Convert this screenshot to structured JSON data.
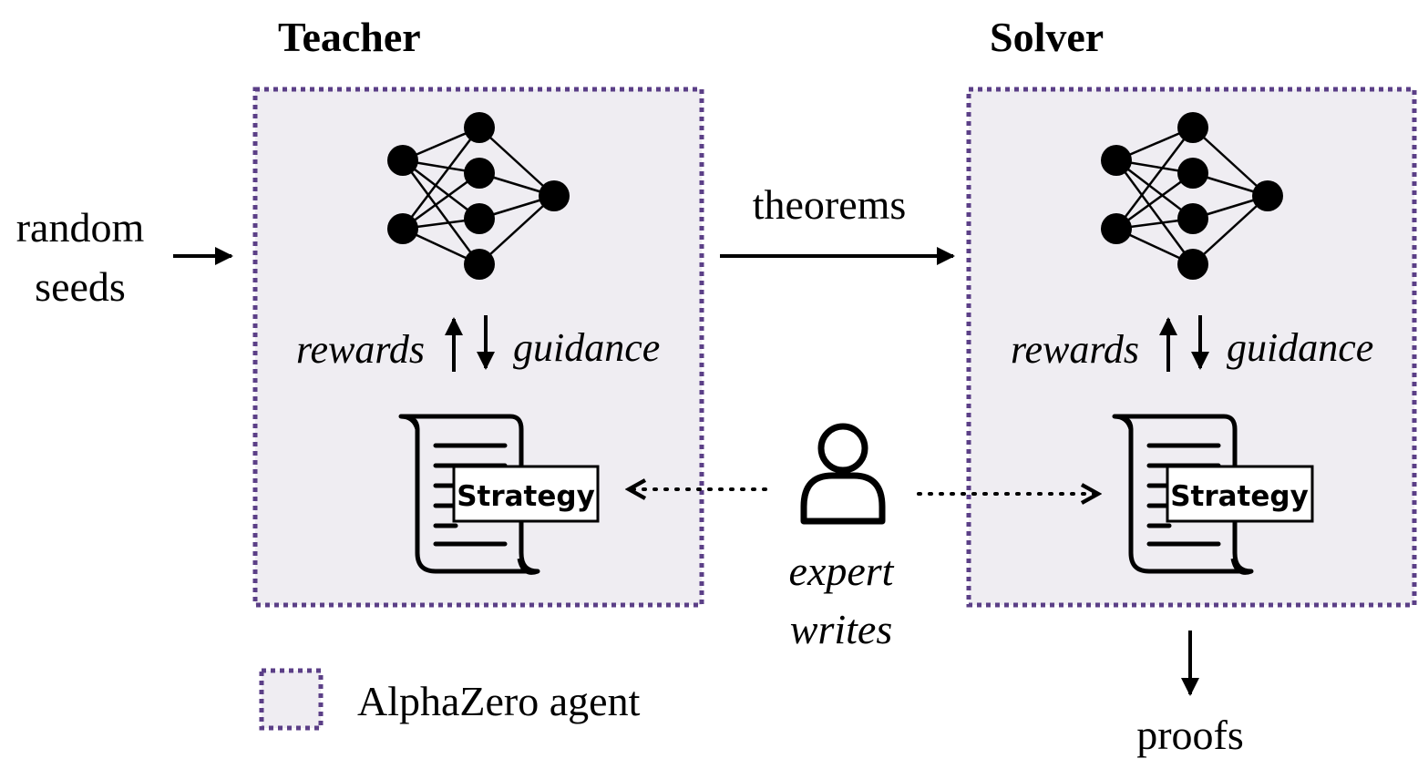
{
  "teacher": {
    "title": "Teacher",
    "rewards_label": "rewards",
    "guidance_label": "guidance",
    "strategy_label": "Strategy"
  },
  "solver": {
    "title": "Solver",
    "rewards_label": "rewards",
    "guidance_label": "guidance",
    "strategy_label": "Strategy"
  },
  "inputs": {
    "random_line1": "random",
    "random_line2": "seeds"
  },
  "flow": {
    "theorems_label": "theorems",
    "proofs_label": "proofs"
  },
  "expert": {
    "line1": "expert",
    "line2": "writes",
    "icon": "person-icon"
  },
  "legend": {
    "label": "AlphaZero agent"
  },
  "colors": {
    "agent_fill": "#efedf2",
    "agent_border": "#5b3f87",
    "ink": "#000000"
  }
}
